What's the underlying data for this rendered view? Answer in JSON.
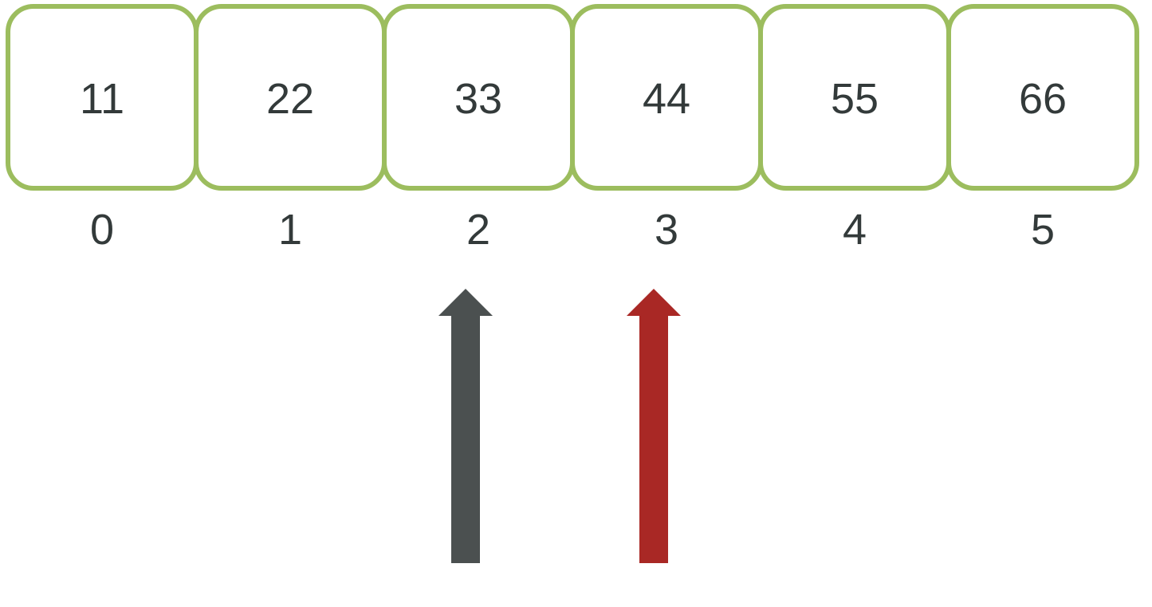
{
  "array": {
    "values": [
      "11",
      "22",
      "33",
      "44",
      "55",
      "66"
    ],
    "indices": [
      "0",
      "1",
      "2",
      "3",
      "4",
      "5"
    ]
  },
  "pointers": [
    {
      "name": "dark-pointer",
      "index": 2,
      "color": "#4b5050"
    },
    {
      "name": "red-pointer",
      "index": 3,
      "color": "#a92825"
    }
  ],
  "colors": {
    "box_border": "#9cbd5e",
    "text": "#333a3a",
    "background": "#ffffff"
  }
}
